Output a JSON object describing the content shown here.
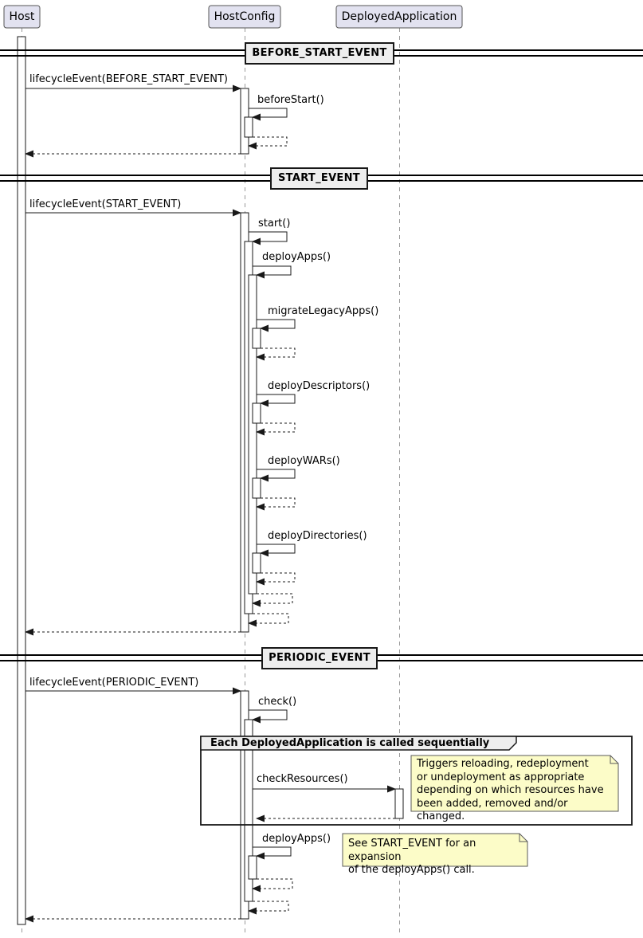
{
  "diagram": {
    "type": "uml-sequence",
    "participants": [
      {
        "label": "Host"
      },
      {
        "label": "HostConfig"
      },
      {
        "label": "DeployedApplication"
      }
    ],
    "dividers": [
      {
        "label": "BEFORE_START_EVENT"
      },
      {
        "label": "START_EVENT"
      },
      {
        "label": "PERIODIC_EVENT"
      }
    ],
    "messages": [
      {
        "label": "lifecycleEvent(BEFORE_START_EVENT)",
        "from": "Host",
        "to": "HostConfig",
        "kind": "call"
      },
      {
        "label": "beforeStart()",
        "from": "HostConfig",
        "to": "HostConfig",
        "kind": "self-call"
      },
      {
        "label": "lifecycleEvent(START_EVENT)",
        "from": "Host",
        "to": "HostConfig",
        "kind": "call"
      },
      {
        "label": "start()",
        "from": "HostConfig",
        "to": "HostConfig",
        "kind": "self-call"
      },
      {
        "label": "deployApps()",
        "from": "HostConfig",
        "to": "HostConfig",
        "kind": "self-call"
      },
      {
        "label": "migrateLegacyApps()",
        "from": "HostConfig",
        "to": "HostConfig",
        "kind": "self-call"
      },
      {
        "label": "deployDescriptors()",
        "from": "HostConfig",
        "to": "HostConfig",
        "kind": "self-call"
      },
      {
        "label": "deployWARs()",
        "from": "HostConfig",
        "to": "HostConfig",
        "kind": "self-call"
      },
      {
        "label": "deployDirectories()",
        "from": "HostConfig",
        "to": "HostConfig",
        "kind": "self-call"
      },
      {
        "label": "lifecycleEvent(PERIODIC_EVENT)",
        "from": "Host",
        "to": "HostConfig",
        "kind": "call"
      },
      {
        "label": "check()",
        "from": "HostConfig",
        "to": "HostConfig",
        "kind": "self-call"
      },
      {
        "label": "checkResources()",
        "from": "HostConfig",
        "to": "DeployedApplication",
        "kind": "call"
      },
      {
        "label": "deployApps()",
        "from": "HostConfig",
        "to": "HostConfig",
        "kind": "self-call"
      }
    ],
    "group": {
      "label": "Each DeployedApplication is called sequentially"
    },
    "notes": {
      "resources": "Triggers reloading, redeployment\nor undeployment as appropriate\ndepending on which resources have\nbeen added, removed and/or changed.",
      "see_start_event": "See START_EVENT for an expansion\nof the deployApps() call."
    },
    "colors": {
      "participant_fill": "#E2E2F0",
      "divider_fill": "#EEEEEE",
      "group_header_fill": "#EEEEEE",
      "note_fill": "#FCFCC8",
      "line": "#181818",
      "lifeline": "#999999"
    }
  }
}
